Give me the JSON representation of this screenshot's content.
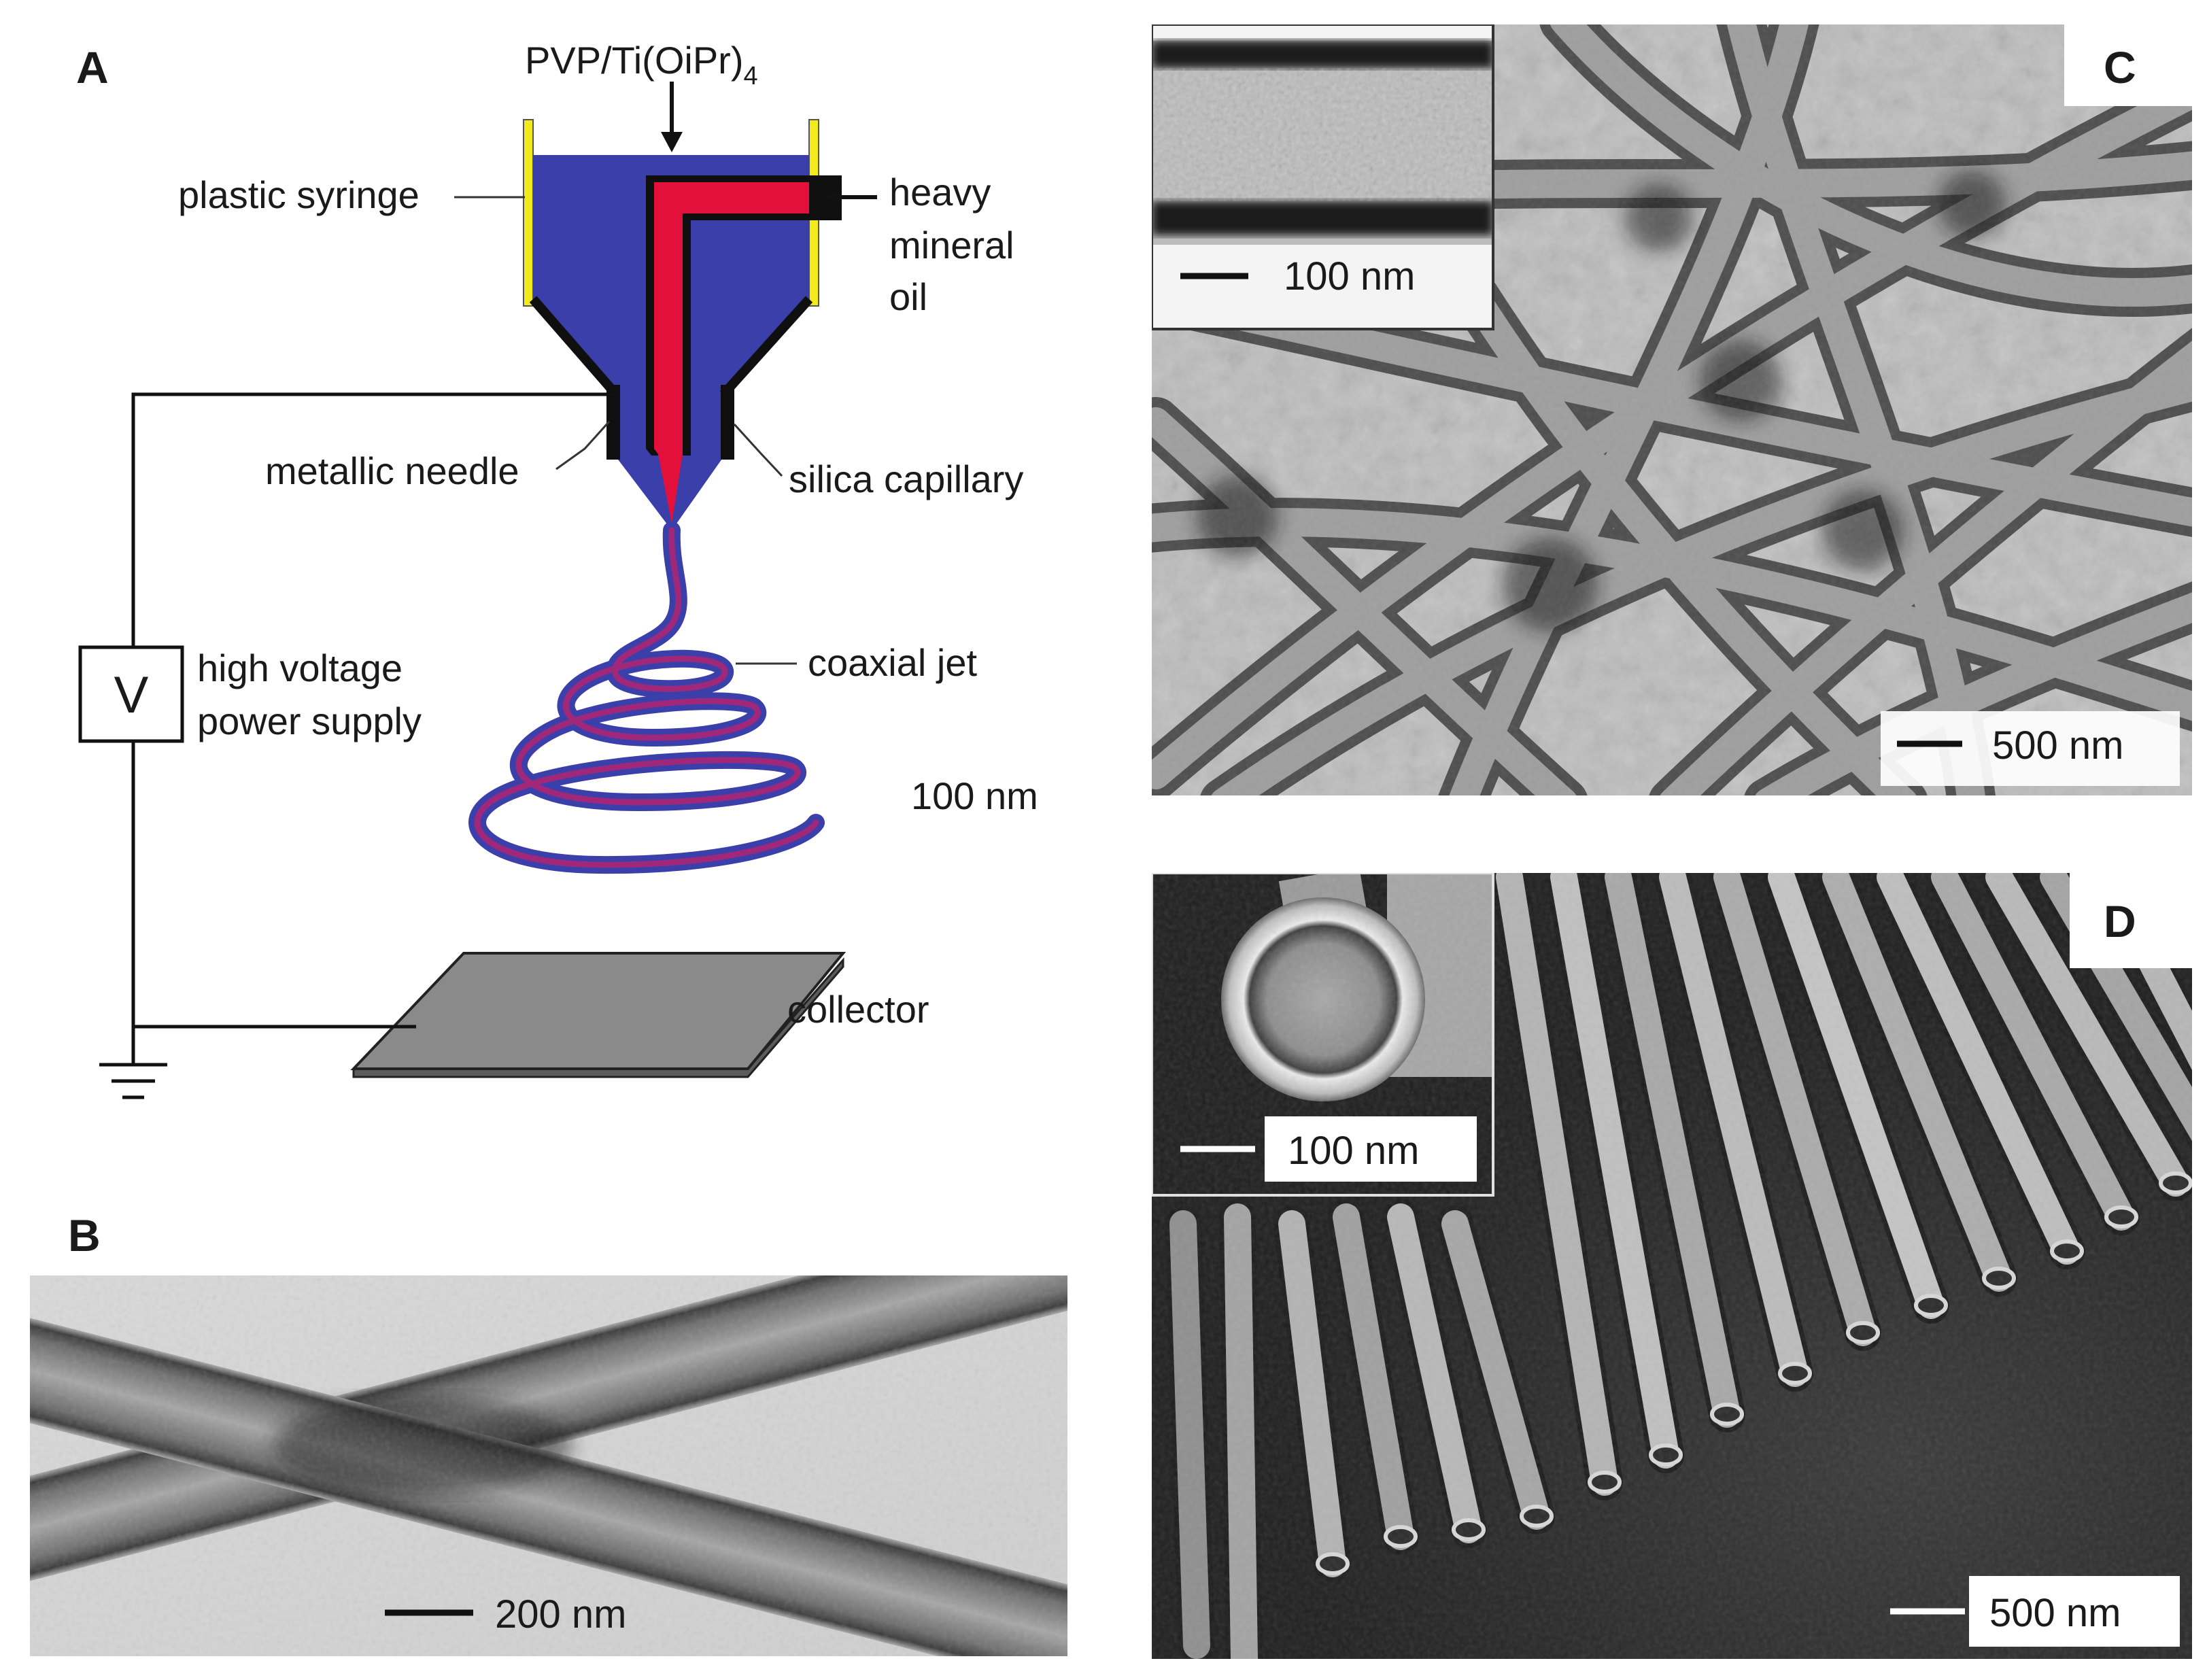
{
  "panels": {
    "a": {
      "label": "A"
    },
    "b": {
      "label": "B",
      "scale_bar": "200 nm"
    },
    "c": {
      "label": "C",
      "scale_bar": "500 nm",
      "inset_scale_bar": "100 nm"
    },
    "d": {
      "label": "D",
      "scale_bar": "500 nm",
      "inset_scale_bar": "100 nm"
    }
  },
  "schematic": {
    "feed_prefix": "PVP/Ti(OiPr)",
    "feed_subscript": "4",
    "syringe": "plastic syringe",
    "oil": [
      "heavy",
      "mineral",
      "oil"
    ],
    "needle": "metallic needle",
    "capillary": "silica capillary",
    "jet": "coaxial jet",
    "supply_symbol": "V",
    "supply": [
      "high voltage",
      "power supply"
    ],
    "stray_label": "100 nm",
    "collector": "collector"
  },
  "colors": {
    "polymer_solution": "#3a3faa",
    "mineral_oil": "#e4103c",
    "syringe_wall": "#f2ea1a",
    "needle": "#111111",
    "collector": "#8a8a8a",
    "jet": "#7a2fa0"
  }
}
